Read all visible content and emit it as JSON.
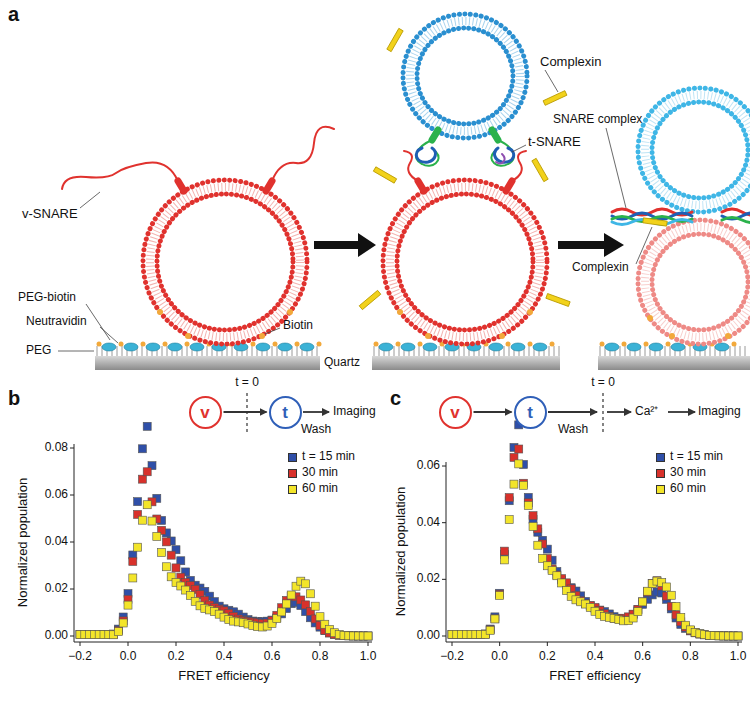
{
  "diagram": {
    "nodes": [
      {
        "text": [
          "v"
        ]
      },
      {
        "text": [
          "t"
        ]
      },
      {
        "text": [
          "v"
        ]
      },
      {
        "text": [
          "t"
        ]
      }
    ],
    "edges": [
      {
        "from": 0,
        "to": 1,
        "arrow": "to"
      },
      {
        "from": 2,
        "to": 3,
        "arrow": "to"
      }
    ],
    "labels": [
      "a",
      "v-SNARE",
      "PEG-biotin",
      "Biotin",
      "Neutravidin",
      "PEG",
      "Quartz",
      "Complexin",
      "t-SNARE",
      "SNARE complex",
      "Complexin",
      "b",
      "t = 0",
      "Wash",
      "Imaging",
      "Normalized population",
      "FRET efficiency",
      "0.00",
      "0.02",
      "0.04",
      "0.06",
      "0.08",
      "−0.2",
      "0.0",
      "0.2",
      "0.4",
      "0.6",
      "0.8",
      "1.0",
      "c",
      "t = 0",
      "Wash",
      "Ca²⁺",
      "Imaging",
      "Normalized population",
      "FRET efficiency",
      "0.00",
      "0.02",
      "0.04",
      "0.06",
      "−0.2",
      "0.0",
      "0.2",
      "0.4",
      "0.6",
      "0.8",
      "1.0"
    ],
    "legend": [
      {
        "text": "t = 15 min",
        "color": "#2f4fa8"
      },
      {
        "text": "30 min",
        "color": "#d8312b"
      },
      {
        "text": "60 min",
        "color": "#f3e52a"
      },
      {
        "text": "t = 15 min",
        "color": "#2f4fa8"
      },
      {
        "text": "30 min",
        "color": "#d8312b"
      },
      {
        "text": "60 min",
        "color": "#f3e52a"
      }
    ]
  }
}
